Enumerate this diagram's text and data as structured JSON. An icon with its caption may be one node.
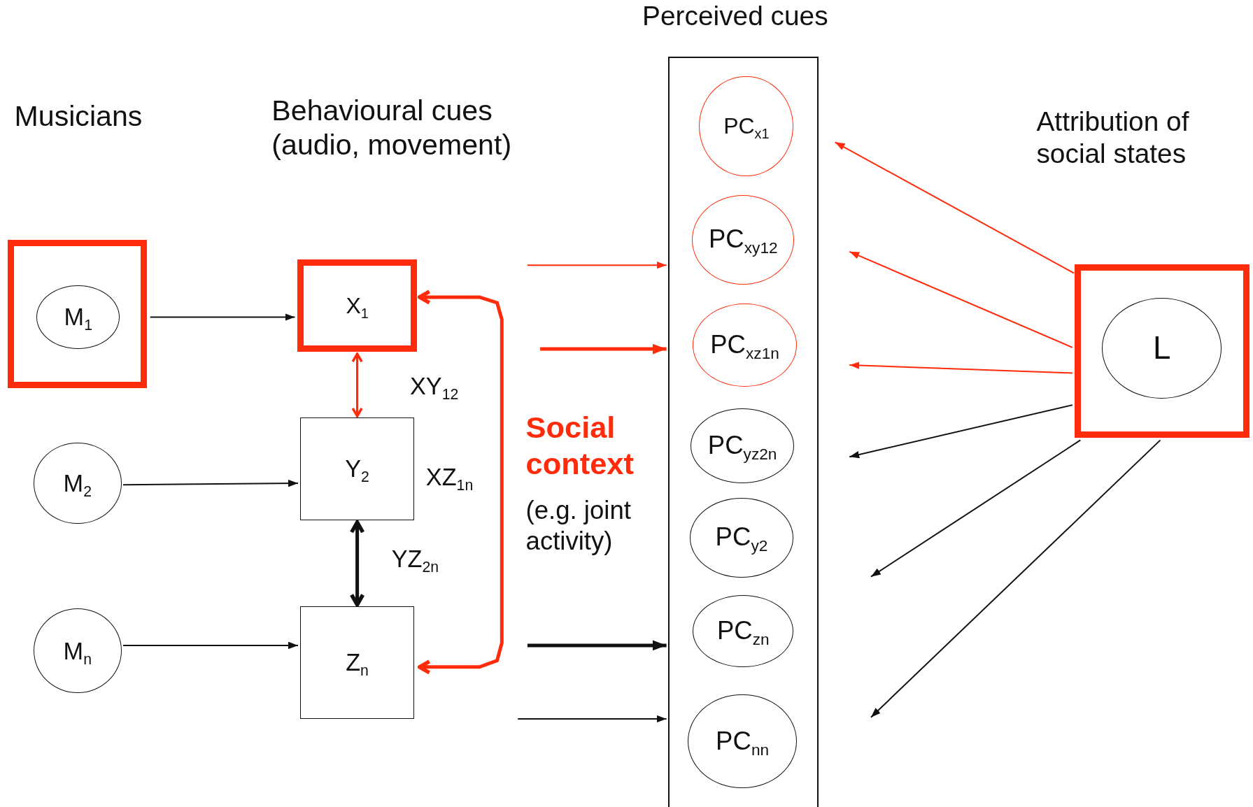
{
  "diagram": {
    "nodes": [
      {
        "text": [],
        "shape": "box"
      },
      {
        "text": [
          "M$_{1}$"
        ],
        "in": 0
      },
      {
        "text": [
          "M$_{2}$"
        ]
      },
      {
        "text": [
          "M$_{n}$"
        ]
      },
      {
        "text": [
          "X$_{1}$"
        ]
      },
      {
        "text": [
          "Y$_{2}$"
        ]
      },
      {
        "text": [
          "Z$_{n}$"
        ]
      },
      {
        "text": [
          "Perceived cues"
        ]
      },
      {
        "text": [
          "PC$_{x1}$"
        ],
        "in": 7
      },
      {
        "text": [
          "PC$_{xy12}$"
        ],
        "in": 7
      },
      {
        "text": [
          "PC$_{xz1n}$"
        ],
        "in": 7
      },
      {
        "text": [
          "PC$_{yz2n}$"
        ],
        "in": 7
      },
      {
        "text": [
          "PC$_{y2}$"
        ],
        "in": 7
      },
      {
        "text": [
          "PC$_{zn}$"
        ],
        "in": 7
      },
      {
        "text": [
          "PC$_{nn}$"
        ],
        "in": 7
      },
      {
        "text": [],
        "shape": "box"
      },
      {
        "text": [
          "L"
        ],
        "in": 15
      }
    ],
    "edges": [
      {
        "from": 0,
        "to": 4,
        "arrow": "to"
      },
      {
        "from": 2,
        "to": 5,
        "arrow": "to"
      },
      {
        "from": 3,
        "to": 6,
        "arrow": "to"
      },
      {
        "from": 4,
        "to": 5,
        "arrow": "both",
        "color": "#ff2b0a"
      },
      {
        "from": 5,
        "to": 6,
        "arrow": "both",
        "style": "thick"
      },
      {
        "from": 4,
        "to": 6,
        "arrow": "both",
        "style": "thick",
        "color": "#ff2b0a"
      },
      {
        "from": null,
        "to": 7,
        "arrow": "to",
        "color": "#ff2b0a"
      },
      {
        "from": null,
        "to": 7,
        "arrow": "to",
        "style": "thick",
        "color": "#ff2b0a"
      },
      {
        "from": null,
        "to": 7,
        "arrow": "to",
        "style": "thick"
      },
      {
        "from": null,
        "to": 7,
        "arrow": "to"
      },
      {
        "from": 15,
        "to": 8,
        "arrow": "to",
        "color": "#ff2b0a"
      },
      {
        "from": 15,
        "to": 9,
        "arrow": "to",
        "color": "#ff2b0a"
      },
      {
        "from": 15,
        "to": 10,
        "arrow": "to",
        "color": "#ff2b0a"
      },
      {
        "from": 15,
        "to": 11,
        "arrow": "to"
      },
      {
        "from": 15,
        "to": 12,
        "arrow": "to"
      },
      {
        "from": 15,
        "to": 14,
        "arrow": "to"
      }
    ],
    "labels": [
      "Musicians",
      "Behavioural cues (audio, movement)",
      "Attribution of social states",
      "XY$_{12}$",
      "XZ$_{1n}$",
      "YZ$_{2n}$",
      "Social context",
      "(e.g. joint activity)"
    ]
  }
}
